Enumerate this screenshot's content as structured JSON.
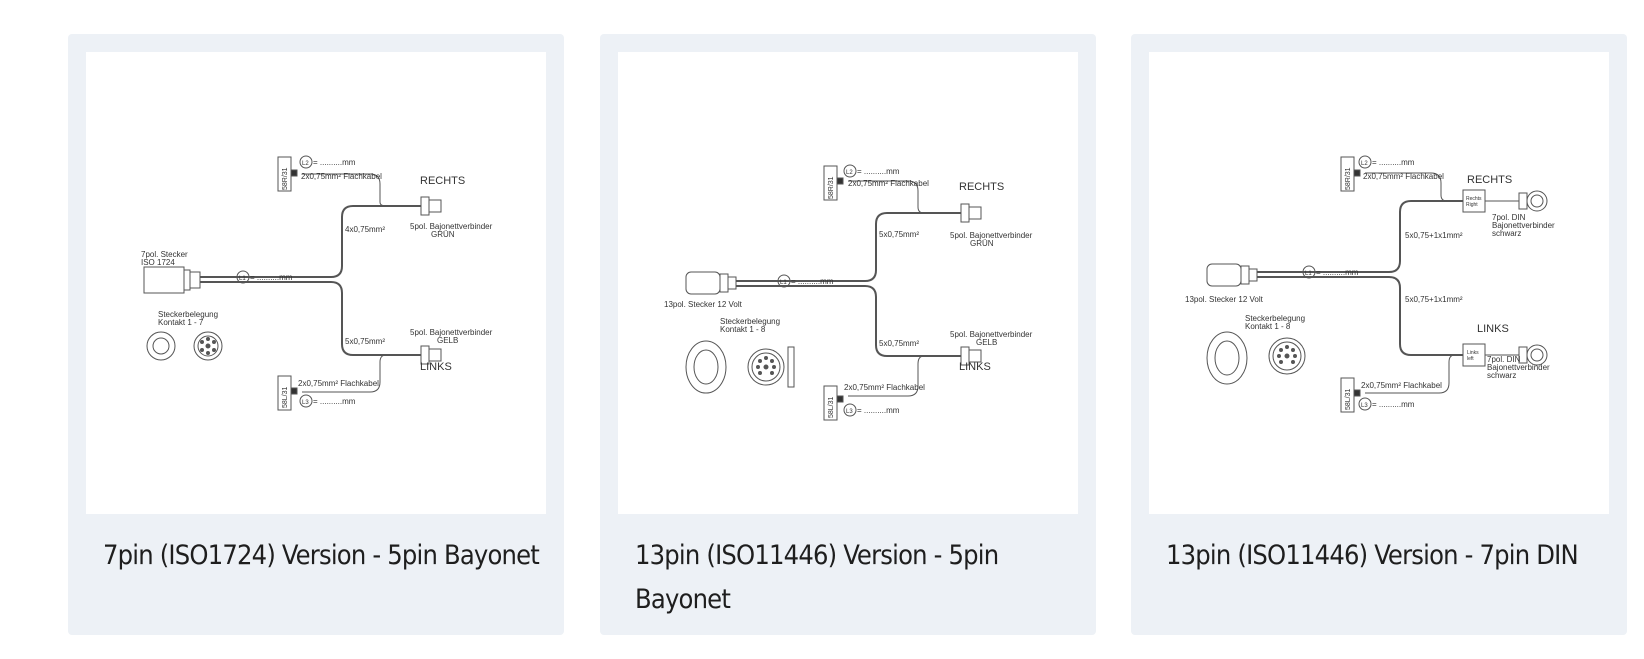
{
  "cards": [
    {
      "title": "7pin (ISO1724) Version - 5pin Bayonet",
      "diagram": {
        "plug_label_1": "7pol. Stecker",
        "plug_label_2": "ISO 1724",
        "pin_title_1": "Steckerbelegung",
        "pin_title_2": "Kontakt 1 - 7",
        "L1": "L1",
        "L2": "L2",
        "L3": "L3",
        "mm": "= ..........mm",
        "label_top": "58R/31",
        "label_bottom": "58L/31",
        "flat_cable": "2x0,75mm² Flachkabel",
        "wire_top": "4x0,75mm²",
        "wire_bottom": "5x0,75mm²",
        "right": "RECHTS",
        "left": "LINKS",
        "conn_top_1": "5pol. Bajonettverbinder",
        "conn_top_2": "GRÜN",
        "conn_bottom_1": "5pol. Bajonettverbinder",
        "conn_bottom_2": "GELB"
      }
    },
    {
      "title": "13pin (ISO11446) Version - 5pin Bayonet",
      "diagram": {
        "plug_label_1": "13pol. Stecker 12 Volt",
        "pin_title_1": "Steckerbelegung",
        "pin_title_2": "Kontakt 1 - 8",
        "L1": "L1",
        "L2": "L2",
        "L3": "L3",
        "mm": "= ..........mm",
        "label_top": "58R/31",
        "label_bottom": "58L/31",
        "flat_cable": "2x0,75mm² Flachkabel",
        "wire_top": "5x0,75mm²",
        "wire_bottom": "5x0,75mm²",
        "right": "RECHTS",
        "left": "LINKS",
        "conn_top_1": "5pol. Bajonettverbinder",
        "conn_top_2": "GRÜN",
        "conn_bottom_1": "5pol. Bajonettverbinder",
        "conn_bottom_2": "GELB"
      }
    },
    {
      "title": "13pin (ISO11446) Version - 7pin DIN",
      "diagram": {
        "plug_label_1": "13pol. Stecker 12 Volt",
        "pin_title_1": "Steckerbelegung",
        "pin_title_2": "Kontakt 1 - 8",
        "L1": "L1",
        "L2": "L2",
        "L3": "L3",
        "mm": "= ..........mm",
        "label_top": "58R/31",
        "label_bottom": "58L/31",
        "flat_cable": "2x0,75mm² Flachkabel",
        "wire_top": "5x0,75+1x1mm²",
        "wire_bottom": "5x0,75+1x1mm²",
        "right": "RECHTS",
        "left": "LINKS",
        "box_top_1": "Rechts",
        "box_top_2": "Right",
        "box_bottom_1": "Links",
        "box_bottom_2": "left",
        "conn_top_1": "7pol. DIN",
        "conn_top_2": "Bajonettverbinder",
        "conn_top_3": "schwarz",
        "conn_bottom_1": "7pol. DIN",
        "conn_bottom_2": "Bajonettverbinder",
        "conn_bottom_3": "schwarz"
      }
    }
  ]
}
